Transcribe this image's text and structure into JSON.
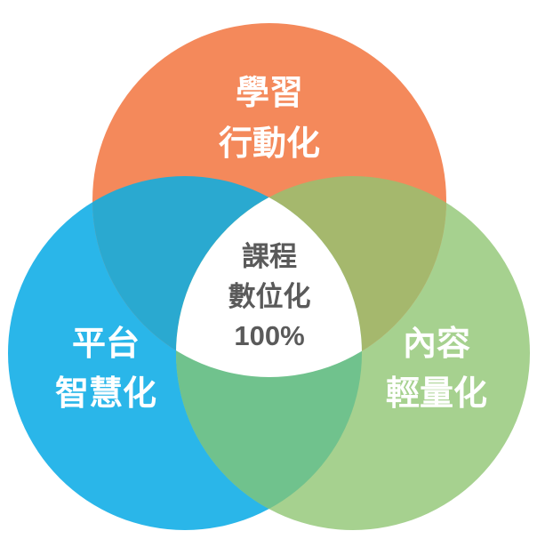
{
  "circles": {
    "top": {
      "lines": [
        "學習",
        "行動化"
      ],
      "color": "#f4895b"
    },
    "left": {
      "lines": [
        "平台",
        "智慧化"
      ],
      "color": "#2ab6e9"
    },
    "right": {
      "lines": [
        "內容",
        "輕量化"
      ],
      "color": "#a6d18f"
    }
  },
  "overlaps": {
    "top_left": "#2aa9d0",
    "top_right": "#a5b86d",
    "left_right": "#70c28d"
  },
  "center": {
    "lines": [
      "課程",
      "數位化"
    ],
    "percent": "100%",
    "fill": "#ffffff"
  }
}
